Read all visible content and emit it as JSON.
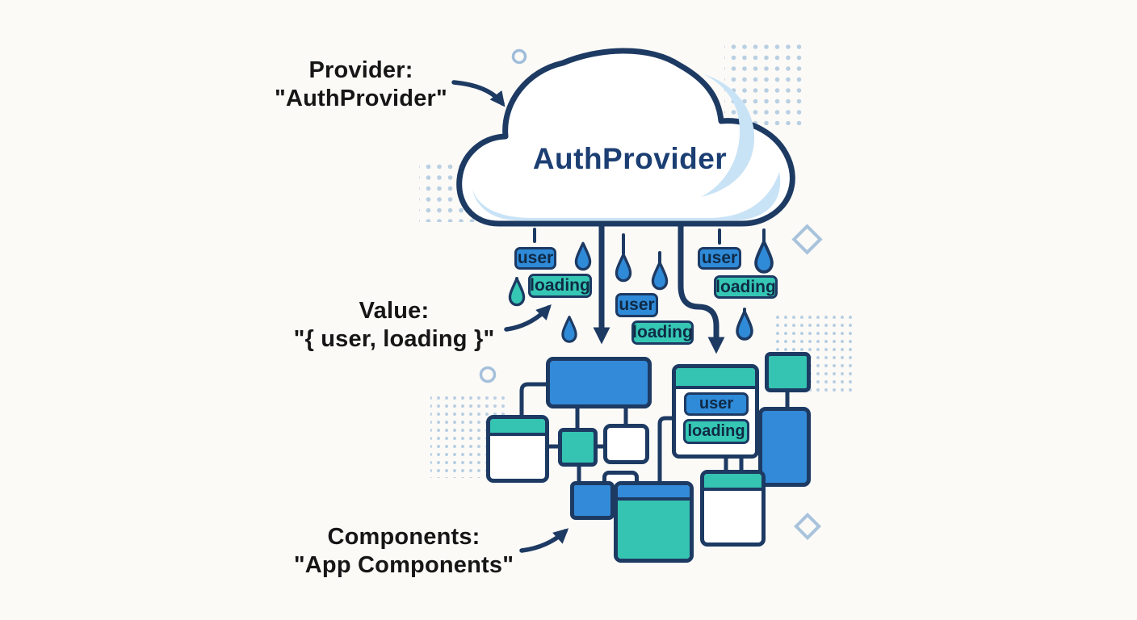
{
  "cloud": {
    "title": "AuthProvider"
  },
  "annotations": {
    "provider": {
      "line1": "Provider:",
      "line2": "\"AuthProvider\""
    },
    "value": {
      "line1": "Value:",
      "line2": "\"{ user, loading }\""
    },
    "components": {
      "line1": "Components:",
      "line2": "\"App Components\""
    }
  },
  "rain_badges": [
    {
      "user": "user",
      "loading": "loading"
    },
    {
      "user": "user",
      "loading": "loading"
    },
    {
      "user": "user",
      "loading": "loading"
    }
  ],
  "context_window_badges": {
    "user": "user",
    "loading": "loading"
  },
  "icons": [
    "raindrop-icon",
    "cloud-icon",
    "arrow-icon",
    "dot-grid-icon",
    "diamond-icon",
    "circle-icon"
  ],
  "colors": {
    "navy_outline": "#1d3a63",
    "blue_fill": "#338ad8",
    "teal_fill": "#35c3b2",
    "cloud_shade": "#c9e3f6",
    "decor_dots": "#b9cfe2",
    "background": "#fbfaf7",
    "label_text": "#161616"
  }
}
